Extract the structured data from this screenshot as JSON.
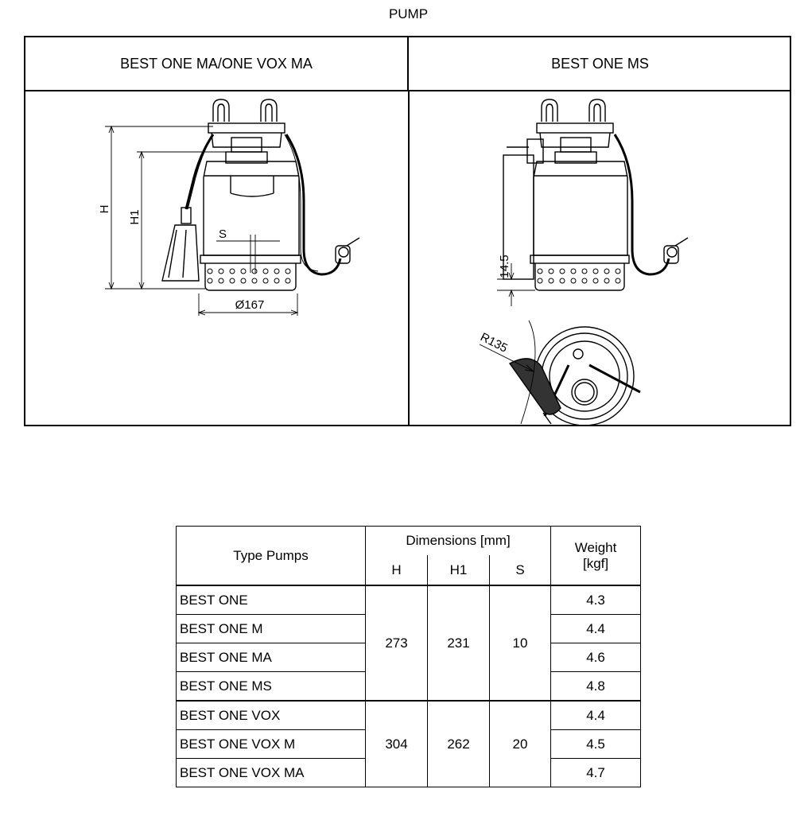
{
  "page_title": "PUMP",
  "drawing": {
    "left_header": "BEST ONE MA/ONE VOX MA",
    "right_header": "BEST ONE MS",
    "left_labels": {
      "h": "H",
      "h1": "H1",
      "s": "S",
      "diameter": "Ø167"
    },
    "right_labels": {
      "height_145": "14.5",
      "radius": "R135"
    }
  },
  "table": {
    "col_type": "Type Pumps",
    "col_dimensions": "Dimensions [mm]",
    "col_h": "H",
    "col_h1": "H1",
    "col_s": "S",
    "col_weight_line1": "Weight",
    "col_weight_line2": "[kgf]",
    "groups": [
      {
        "h": "273",
        "h1": "231",
        "s": "10",
        "rows": [
          {
            "type": "BEST ONE",
            "weight": "4.3"
          },
          {
            "type": "BEST ONE M",
            "weight": "4.4"
          },
          {
            "type": "BEST ONE MA",
            "weight": "4.6"
          },
          {
            "type": "BEST ONE MS",
            "weight": "4.8"
          }
        ]
      },
      {
        "h": "304",
        "h1": "262",
        "s": "20",
        "rows": [
          {
            "type": "BEST ONE VOX",
            "weight": "4.4"
          },
          {
            "type": "BEST ONE VOX M",
            "weight": "4.5"
          },
          {
            "type": "BEST ONE VOX MA",
            "weight": "4.7"
          }
        ]
      }
    ]
  }
}
